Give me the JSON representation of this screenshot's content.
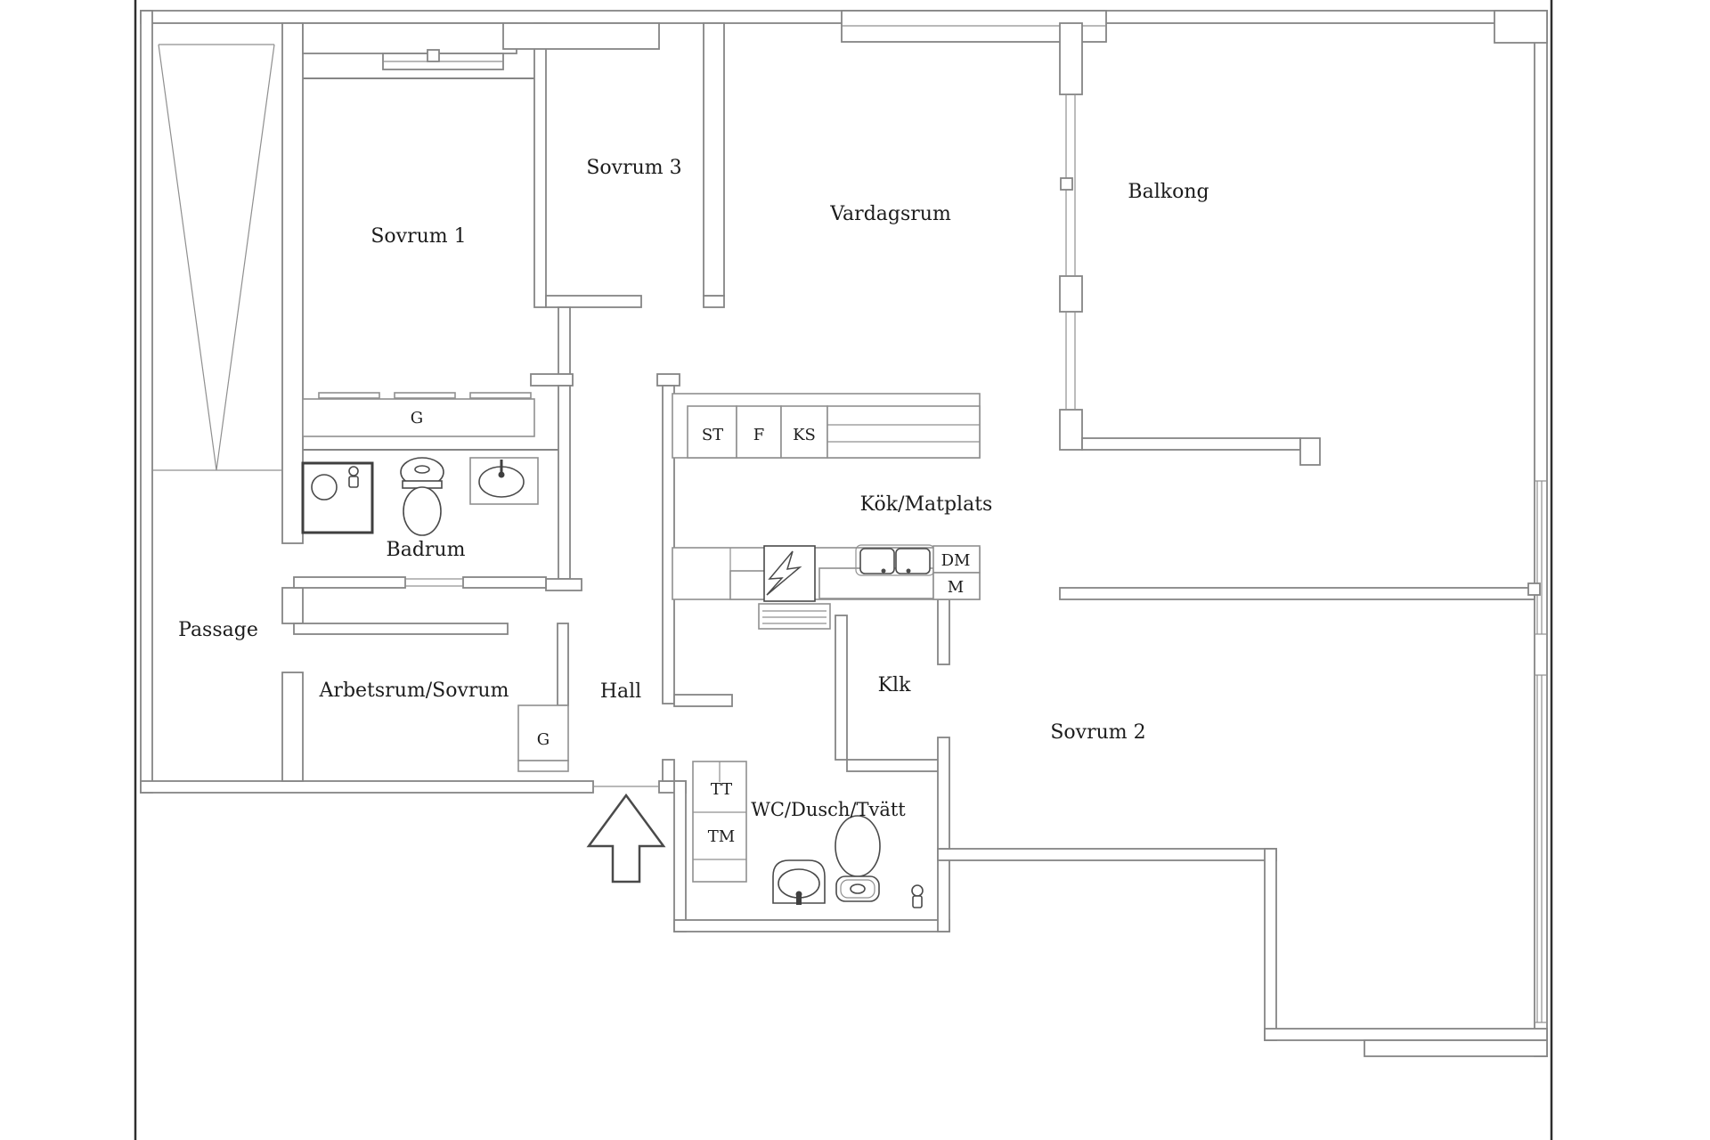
{
  "plan": {
    "rooms": {
      "sovrum1": "Sovrum 1",
      "sovrum3": "Sovrum 3",
      "vardagsrum": "Vardagsrum",
      "balkong": "Balkong",
      "passage": "Passage",
      "badrum": "Badrum",
      "kok_matplats": "Kök/Matplats",
      "arbetsrum": "Arbetsrum/Sovrum",
      "hall": "Hall",
      "klk": "Klk",
      "sovrum2": "Sovrum 2",
      "wc_dusch_tvatt": "WC/Dusch/Tvätt"
    },
    "closets": {
      "g_sovrum1": "G",
      "g_hall": "G"
    },
    "appliances": {
      "st": "ST",
      "f": "F",
      "ks": "KS",
      "dm": "DM",
      "m": "M",
      "tt": "TT",
      "tm": "TM"
    },
    "colors": {
      "wall": "#858585",
      "fixture": "#4a4a4a",
      "edge": "#2e2e2e",
      "text": "#1c1c1c",
      "background": "#ffffff"
    }
  }
}
